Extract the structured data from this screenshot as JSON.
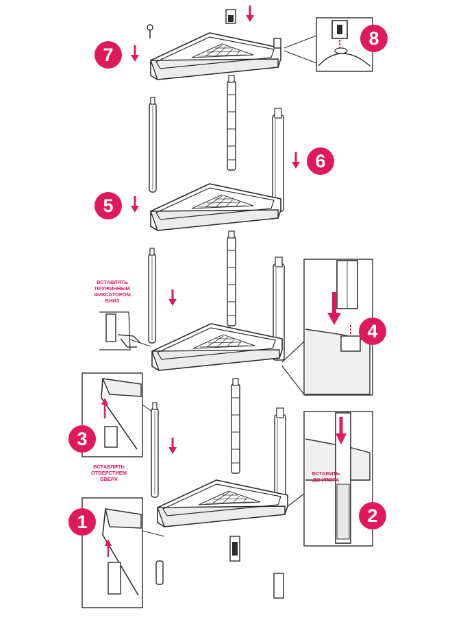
{
  "steps": [
    "1",
    "2",
    "3",
    "4",
    "5",
    "6",
    "7",
    "8"
  ],
  "notes": {
    "spring_lock_down": "ВСТАВЛЯТЬ\nПРУЖИННЫМ\nФИКСАТОРОМ\nВНИЗ",
    "hole_up": "ВСТАВЛЯТЬ\nОТВЕРСТИЕМ\nВВЕРХ",
    "insert_to_stop": "ВСТАВИТЬ\nДО УПОРА"
  },
  "colors": {
    "accent": "#e0195a",
    "line": "#2b2b2b",
    "fill": "#ffffff",
    "shade": "#e9e9e9"
  },
  "icons": [
    "down-arrow-icon",
    "up-arrow-icon"
  ]
}
